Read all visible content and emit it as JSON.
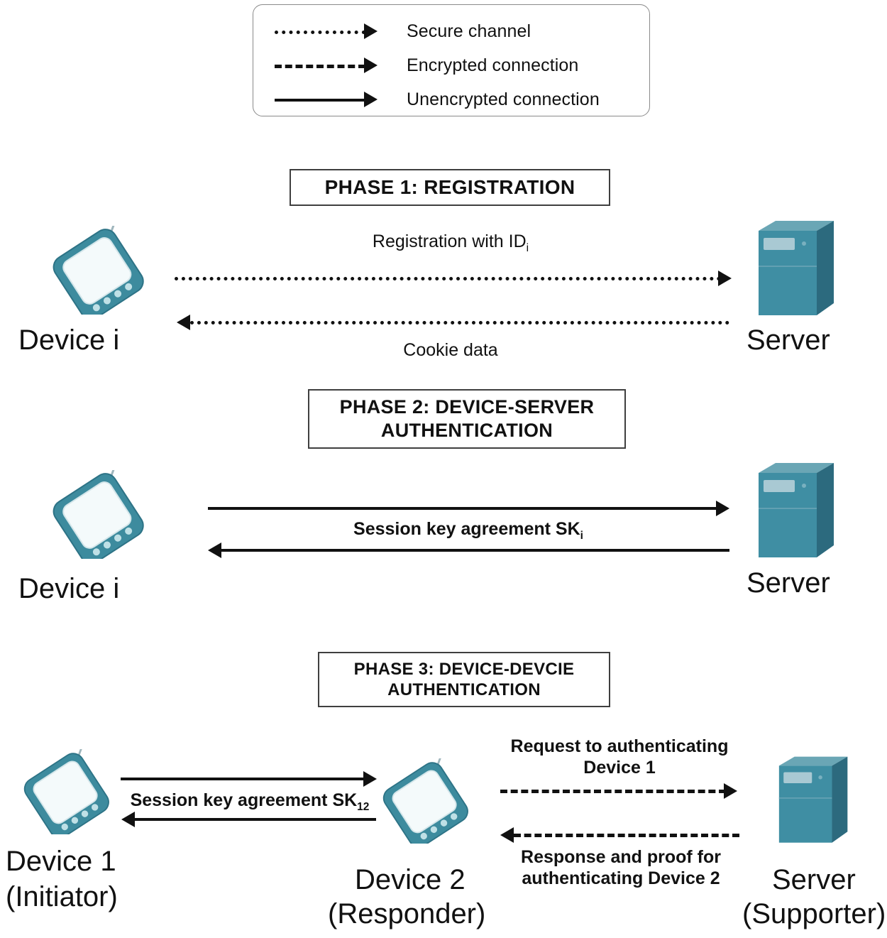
{
  "legend": {
    "title": "connection-type-legend",
    "items": [
      {
        "style": "dotted",
        "label": "Secure channel"
      },
      {
        "style": "dashed",
        "label": "Encrypted connection"
      },
      {
        "style": "solid",
        "label": "Unencrypted connection"
      }
    ]
  },
  "phases": [
    {
      "id": "phase-1",
      "label": "PHASE 1: REGISTRATION"
    },
    {
      "id": "phase-2",
      "label": "PHASE 2: DEVICE-SERVER AUTHENTICATION",
      "line1": "PHASE 2: DEVICE-SERVER",
      "line2": "AUTHENTICATION"
    },
    {
      "id": "phase-3",
      "label": "PHASE 3: DEVICE-DEVCIE AUTHENTICATION",
      "line1": "PHASE 3: DEVICE-DEVCIE",
      "line2": "AUTHENTICATION"
    }
  ],
  "phase1": {
    "actor_left": "Device i",
    "actor_right": "Server",
    "message_top": "Registration with ID",
    "message_top_sub": "i",
    "message_bottom": "Cookie data",
    "top_arrow_style": "dotted",
    "top_arrow_direction": "right",
    "bottom_arrow_style": "dotted",
    "bottom_arrow_direction": "left"
  },
  "phase2": {
    "actor_left": "Device i",
    "actor_right": "Server",
    "message": "Session key agreement SK",
    "message_sub": "i",
    "top_arrow_style": "solid",
    "top_arrow_direction": "right",
    "bottom_arrow_style": "solid",
    "bottom_arrow_direction": "left"
  },
  "phase3": {
    "actor_left_line1": "Device 1",
    "actor_left_line2": "(Initiator)",
    "actor_mid_line1": "Device 2",
    "actor_mid_line2": "(Responder)",
    "actor_right_line1": "Server",
    "actor_right_line2": "(Supporter)",
    "message_left": "Session key agreement SK",
    "message_left_sub": "12",
    "left_top_arrow_style": "solid",
    "left_top_arrow_direction": "right",
    "left_bottom_arrow_style": "solid",
    "left_bottom_arrow_direction": "left",
    "message_right_top_line1": "Request to authenticating",
    "message_right_top_line2": "Device 1",
    "message_right_bottom_line1": "Response and proof for",
    "message_right_bottom_line2": "authenticating Device 2",
    "right_top_arrow_style": "dashed",
    "right_top_arrow_direction": "right",
    "right_bottom_arrow_style": "dashed",
    "right_bottom_arrow_direction": "left"
  },
  "icons": {
    "device_icon_name": "mobile-device-icon",
    "server_icon_name": "server-tower-icon"
  },
  "colors": {
    "device_body": "#3d8b9e",
    "device_screen": "#f2f8fa",
    "server_front": "#3f8ea3",
    "server_top": "#6aa6b5",
    "server_side": "#2c6a7e",
    "line": "#111111",
    "box_border": "#3f3f3f",
    "legend_border": "#8a8a8a"
  }
}
